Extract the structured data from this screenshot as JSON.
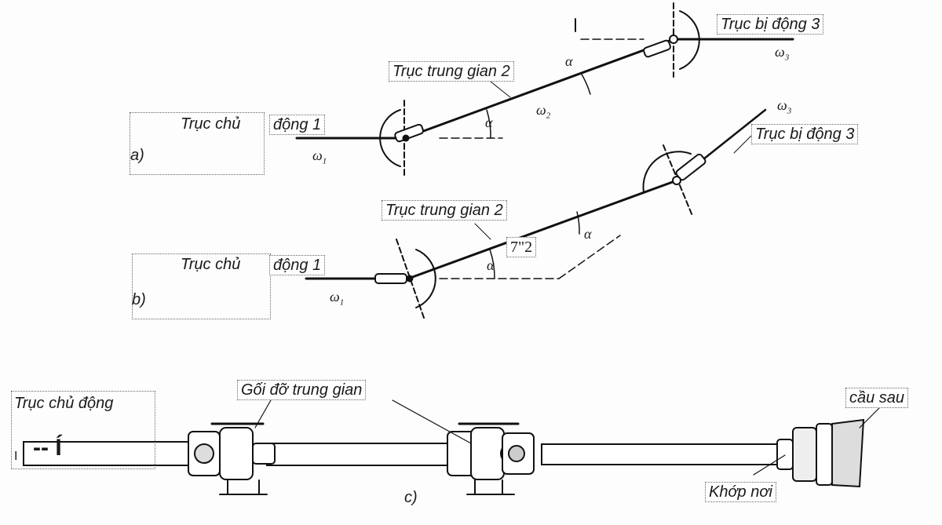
{
  "panel_a": {
    "tag": "a)",
    "drive_part1": "Trục chủ",
    "drive_part2": "động 1",
    "intermediate": "Trục trung gian 2",
    "driven": "Trục bị động 3",
    "omega1": "ω",
    "omega1_sub": "1",
    "omega2": "ω",
    "omega2_sub": "2",
    "omega3": "ω",
    "omega3_sub": "3",
    "alpha": "α"
  },
  "panel_b": {
    "tag": "b)",
    "drive_part1": "Trục chủ",
    "drive_part2": "động 1",
    "intermediate": "Trục trung gian 2",
    "driven": "Trục bị động 3",
    "omega1": "ω",
    "omega1_sub": "1",
    "omega3": "ω",
    "omega3_sub": "3",
    "omega2_ocr": "7\"2",
    "alpha": "α"
  },
  "panel_c": {
    "tag": "c)",
    "drive": "Trục chủ động",
    "bearing": "Gối đỡ trung gian",
    "rear_axle": "cầu sau",
    "joint": "Khớp nơi",
    "ocr_glyphs": "-- Í",
    "ocr_left": "I"
  }
}
